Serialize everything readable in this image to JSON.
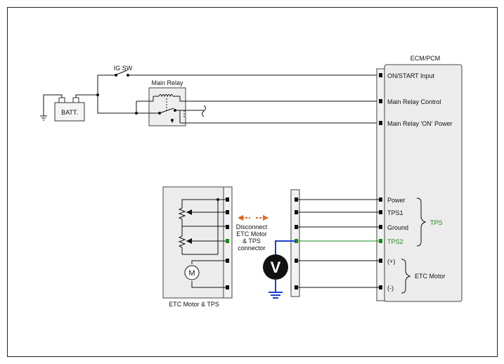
{
  "colors": {
    "tps": "#1a8a1a",
    "tps2_wire": "#1a3fd0",
    "arrow": "#e8641e",
    "wire": "#111111",
    "box_fill": "#ececec"
  },
  "labels": {
    "ig_sw": "IG SW",
    "battery": "BATT.",
    "main_relay": "Main Relay",
    "ecm": "ECM/PCM",
    "etc_motor_tps": "ETC Motor & TPS",
    "disconnect_1": "Disconnect",
    "disconnect_2": "ETC Motor",
    "disconnect_3": "& TPS",
    "disconnect_4": "connector",
    "tps_group": "TPS",
    "etc_motor_group": "ETC Motor",
    "motor_symbol": "M",
    "voltmeter": "V"
  },
  "ecm_pins": {
    "on_start": "ON/START Input",
    "main_relay_control": "Main Relay Control",
    "main_relay_on_power": "Main Relay 'ON' Power",
    "power": "Power",
    "tps1": "TPS1",
    "ground": "Ground",
    "tps2": "TPS2",
    "motor_plus": "(+)",
    "motor_minus": "(-)"
  }
}
